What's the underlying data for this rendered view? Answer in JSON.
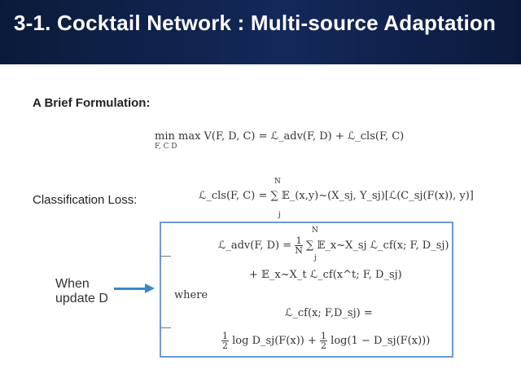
{
  "slide": {
    "title": "3-1. Cocktail Network : Multi-source Adaptation",
    "section": "A Brief Formulation:",
    "classification_label": "Classification Loss:",
    "when_line1": "When",
    "when_line2": "update D",
    "where": "where"
  },
  "formulas": {
    "main": "min max V(F, D, C) = ℒ_adv(F, D) + ℒ_cls(F, C)",
    "main_sub": "F, C    D",
    "cls": "ℒ_cls(F, C) = ∑ 𝔼_(x,y)~(X_sj, Y_sj)[ℒ(C_sj(F(x)), y)]",
    "cls_sup": "N",
    "cls_sub": "j",
    "adv1_lhs": "ℒ_adv(F, D) =",
    "adv1_rhs": "∑ 𝔼_x~X_sj ℒ_cf(x; F, D_sj)",
    "adv1_sup": "N",
    "adv1_sub": "j",
    "frac_num": "1",
    "frac_den": "N",
    "adv2": "+ 𝔼_x~X_t ℒ_cf(x^t; F, D_sj)",
    "lcf": "ℒ_cf(x; F,D_sj) =",
    "lcf2_a": "log D_sj(F(x)) +",
    "lcf2_b": "log(1 − D_sj(F(x)))",
    "half_num": "1",
    "half_den": "2"
  }
}
